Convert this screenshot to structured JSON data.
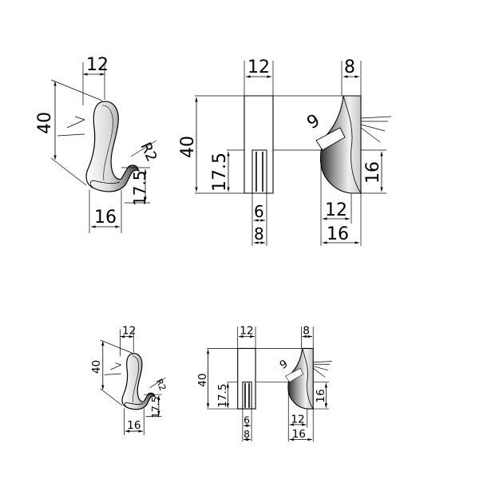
{
  "dimensions": {
    "width_top": "12",
    "height_total": "40",
    "radius": "R2",
    "leg_height": "17.5",
    "base_depth": "16",
    "front_width": "12",
    "front_inner": "6",
    "front_outer": "8",
    "side_top": "8",
    "side_angle": "9",
    "side_height": "16",
    "side_inner": "12",
    "side_base": "16"
  }
}
